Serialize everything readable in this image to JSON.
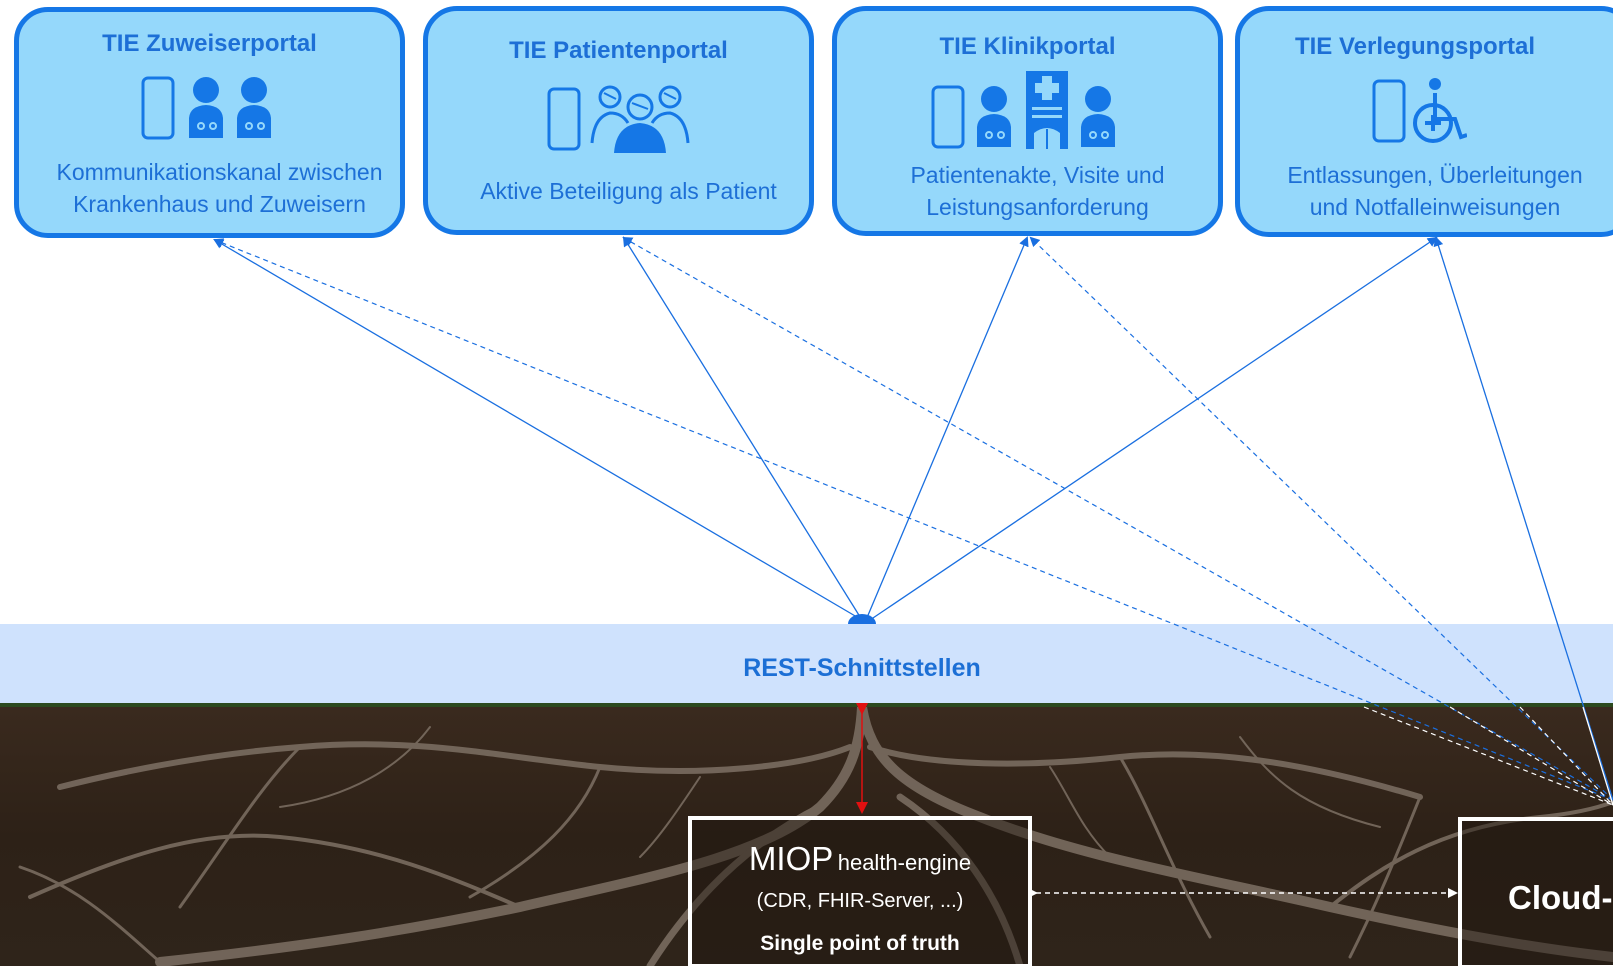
{
  "portals": [
    {
      "title": "TIE Zuweiserportal",
      "desc_line1": "Kommunikationskanal zwischen",
      "desc_line2": "Krankenhaus und Zuweisern",
      "icons": [
        "smartphone-icon",
        "doctor-icon",
        "doctor-icon"
      ]
    },
    {
      "title": "TIE Patientenportal",
      "desc_line1": "Aktive Beteiligung als Patient",
      "desc_line2": "",
      "icons": [
        "smartphone-icon",
        "patient-group-icon"
      ]
    },
    {
      "title": "TIE Klinikportal",
      "desc_line1": "Patientenakte, Visite und",
      "desc_line2": "Leistungsanforderung",
      "icons": [
        "smartphone-icon",
        "doctor-icon",
        "hospital-icon",
        "doctor-icon"
      ]
    },
    {
      "title": "TIE Verlegungsportal",
      "desc_line1": "Entlassungen, Überleitungen",
      "desc_line2": "und Notfalleinweisungen",
      "icons": [
        "smartphone-icon",
        "wheelchair-icon"
      ]
    }
  ],
  "rest": {
    "label": "REST-Schnittstellen"
  },
  "miop": {
    "main": "MIOP",
    "sub": "health-engine",
    "detail": "(CDR, FHIR-Server, ...)",
    "truth": "Single point of truth"
  },
  "cloud": {
    "label": "Cloud-"
  },
  "colors": {
    "portal_fill": "#95d8fb",
    "portal_border": "#1577e6",
    "portal_text": "#1d6fd6",
    "rest_band": "#cfe2fd",
    "arrow_blue": "#1a6fe0",
    "arrow_red": "#e01010"
  }
}
